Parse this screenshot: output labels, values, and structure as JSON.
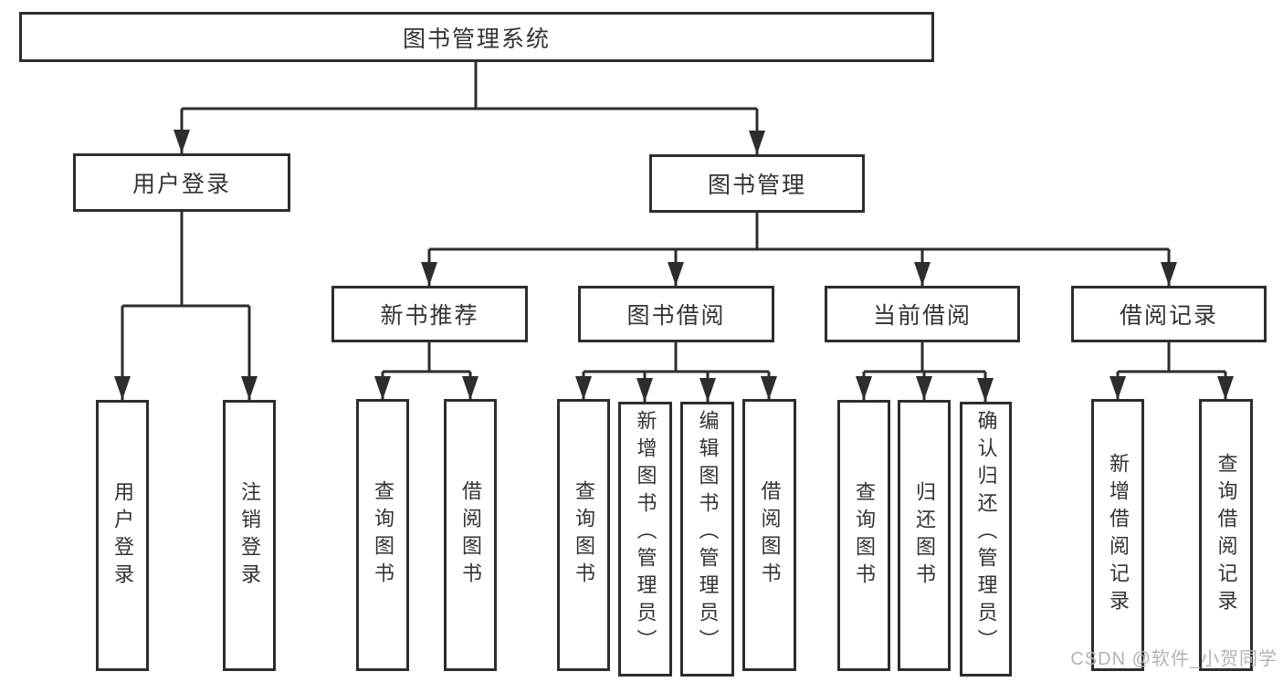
{
  "diagram": {
    "root": {
      "label": "图书管理系统"
    },
    "branches": [
      {
        "label": "用户登录",
        "children": [
          {
            "label": "用户登录"
          },
          {
            "label": "注销登录"
          }
        ]
      },
      {
        "label": "图书管理",
        "children": [
          {
            "label": "新书推荐",
            "children": [
              {
                "label": "查询图书"
              },
              {
                "label": "借阅图书"
              }
            ]
          },
          {
            "label": "图书借阅",
            "children": [
              {
                "label": "查询图书"
              },
              {
                "label": "新增图书（管理员）"
              },
              {
                "label": "编辑图书（管理员）"
              },
              {
                "label": "借阅图书"
              }
            ]
          },
          {
            "label": "当前借阅",
            "children": [
              {
                "label": "查询图书"
              },
              {
                "label": "归还图书"
              },
              {
                "label": "确认归还（管理员）"
              }
            ]
          },
          {
            "label": "借阅记录",
            "children": [
              {
                "label": "新增借阅记录"
              },
              {
                "label": "查询借阅记录"
              }
            ]
          }
        ]
      }
    ]
  },
  "watermark": {
    "text": "CSDN @软件_小贺同学"
  },
  "colors": {
    "line": "#2d2d2d",
    "node_border": "#2d2d2d",
    "node_text": "#333333",
    "background": "#ffffff",
    "watermark": "#b3b3b3"
  }
}
